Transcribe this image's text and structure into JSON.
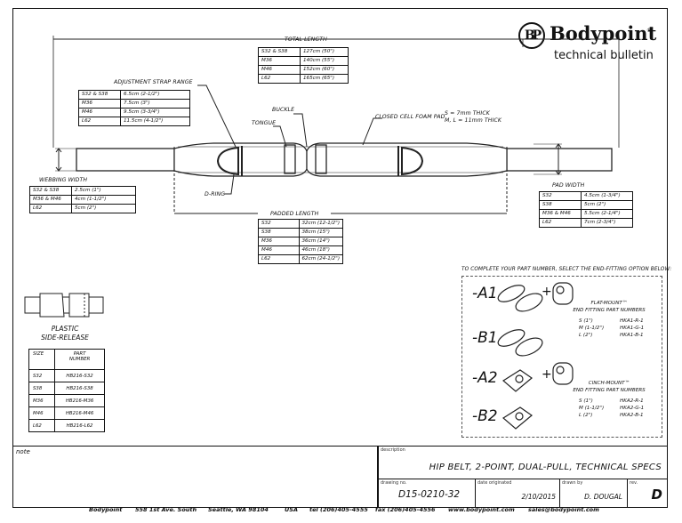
{
  "brand": {
    "name": "Bodypoint",
    "registered": "®",
    "monogram": "BP",
    "subtitle": "technical bulletin"
  },
  "labels": {
    "total_length": "TOTAL LENGTH",
    "adjustment_strap_range": "ADJUSTMENT STRAP RANGE",
    "buckle": "BUCKLE",
    "tongue": "TONGUE",
    "closed_cell_foam_pad": "CLOSED CELL FOAM PAD",
    "foam_thickness_s": "S = 7mm THICK",
    "foam_thickness_ml": "M, L = 11mm THICK",
    "webbing_width": "WEBBING WIDTH",
    "d_ring": "D-RING",
    "padded_length": "PADDED LENGTH",
    "pad_width": "PAD WIDTH"
  },
  "total_length": [
    {
      "size": "S32 & S38",
      "value": "127cm (50\")"
    },
    {
      "size": "M36",
      "value": "140cm (55\")"
    },
    {
      "size": "M46",
      "value": "152cm (60\")"
    },
    {
      "size": "L62",
      "value": "165cm (65\")"
    }
  ],
  "adjustment_strap_range": [
    {
      "size": "S32 & S38",
      "value": "6.5cm (2-1/2\")"
    },
    {
      "size": "M36",
      "value": "7.5cm (3\")"
    },
    {
      "size": "M46",
      "value": "9.5cm (3-3/4\")"
    },
    {
      "size": "L62",
      "value": "11.5cm (4-1/2\")"
    }
  ],
  "webbing_width": [
    {
      "size": "S32 & S38",
      "value": "2.5cm (1\")"
    },
    {
      "size": "M36 & M46",
      "value": "4cm (1-1/2\")"
    },
    {
      "size": "L62",
      "value": "5cm (2\")"
    }
  ],
  "padded_length": [
    {
      "size": "S32",
      "value": "32cm (12-1/2\")"
    },
    {
      "size": "S38",
      "value": "38cm (15\")"
    },
    {
      "size": "M36",
      "value": "36cm (14\")"
    },
    {
      "size": "M46",
      "value": "46cm (18\")"
    },
    {
      "size": "L62",
      "value": "62cm (24-1/2\")"
    }
  ],
  "pad_width": [
    {
      "size": "S32",
      "value": "4.5cm (1-3/4\")"
    },
    {
      "size": "S38",
      "value": "5cm (2\")"
    },
    {
      "size": "M36 & M46",
      "value": "5.5cm (2-1/4\")"
    },
    {
      "size": "L62",
      "value": "7cm (2-3/4\")"
    }
  ],
  "side_release": {
    "title_line1": "PLASTIC",
    "title_line2": "SIDE-RELEASE",
    "col_size": "SIZE",
    "col_part_line1": "PART",
    "col_part_line2": "NUMBER",
    "rows": [
      {
        "size": "S32",
        "part": "HB216-S32"
      },
      {
        "size": "S38",
        "part": "HB216-S38"
      },
      {
        "size": "M36",
        "part": "HB216-M36"
      },
      {
        "size": "M46",
        "part": "HB216-M46"
      },
      {
        "size": "L62",
        "part": "HB216-L62"
      }
    ]
  },
  "end_fitting": {
    "instruction": "TO COMPLETE YOUR PART NUMBER, SELECT THE END-FITTING OPTION BELOW:",
    "options": [
      "-A1",
      "-B1",
      "-A2",
      "-B2"
    ],
    "plus": "+",
    "flat_mount": {
      "title": "FLAT-MOUNT™",
      "subtitle": "END FITTING PART NUMBERS",
      "rows": [
        {
          "size": "S (1\")",
          "part": "HKA1-R-1"
        },
        {
          "size": "M (1-1/2\")",
          "part": "HKA1-G-1"
        },
        {
          "size": "L (2\")",
          "part": "HKA1-B-1"
        }
      ]
    },
    "cinch_mount": {
      "title": "CINCH-MOUNT™",
      "subtitle": "END FITTING PART NUMBERS",
      "rows": [
        {
          "size": "S (1\")",
          "part": "HKA2-R-1"
        },
        {
          "size": "M (1-1/2\")",
          "part": "HKA2-G-1"
        },
        {
          "size": "L (2\")",
          "part": "HKA2-B-1"
        }
      ]
    }
  },
  "title_block": {
    "note_label": "note",
    "description_label": "description",
    "description": "HIP BELT, 2-POINT, DUAL-PULL, TECHNICAL SPECS",
    "drawing_no_label": "drawing no.",
    "drawing_no": "D15-0210-32",
    "date_label": "date originated",
    "date": "2/10/2015",
    "drawn_by_label": "drawn by",
    "drawn_by": "D. DOUGAL",
    "rev_label": "rev.",
    "rev": "D"
  },
  "footer": {
    "company": "Bodypoint",
    "street": "558 1st Ave. South",
    "city": "Seattle, WA 98104",
    "country": "USA",
    "tel": "tel  (206)405-4555",
    "fax": "fax (206)405-4556",
    "web": "www.bodypoint.com",
    "email": "sales@bodypoint.com"
  }
}
